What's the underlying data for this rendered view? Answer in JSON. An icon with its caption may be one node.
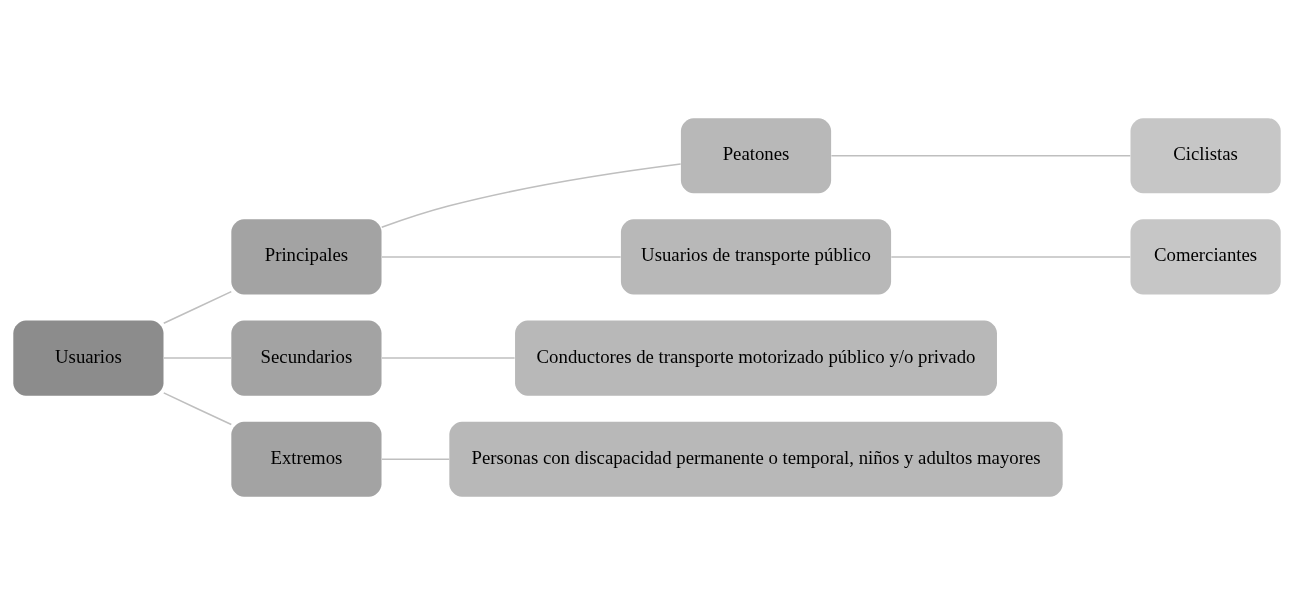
{
  "diagram": {
    "nodes": [
      {
        "text": [
          "Usuarios"
        ]
      },
      {
        "text": [
          "Principales"
        ]
      },
      {
        "text": [
          "Secundarios"
        ]
      },
      {
        "text": [
          "Extremos"
        ]
      },
      {
        "text": [
          "Peatones"
        ]
      },
      {
        "text": [
          "Usuarios de transporte público"
        ]
      },
      {
        "text": [
          "Ciclistas"
        ]
      },
      {
        "text": [
          "Comerciantes"
        ]
      },
      {
        "text": [
          "Conductores de transporte motorizado público y/o privado"
        ]
      },
      {
        "text": [
          "Personas con discapacidad permanente o temporal, niños y adultos mayores"
        ]
      }
    ],
    "edges": [
      {
        "from": 0,
        "to": 1,
        "arrow": "none"
      },
      {
        "from": 0,
        "to": 2,
        "arrow": "none"
      },
      {
        "from": 0,
        "to": 3,
        "arrow": "none"
      },
      {
        "from": 1,
        "to": 4,
        "arrow": "none"
      },
      {
        "from": 1,
        "to": 5,
        "arrow": "none"
      },
      {
        "from": 4,
        "to": 6,
        "arrow": "none"
      },
      {
        "from": 5,
        "to": 7,
        "arrow": "none"
      },
      {
        "from": 2,
        "to": 8,
        "arrow": "none"
      },
      {
        "from": 3,
        "to": 9,
        "arrow": "none"
      }
    ]
  }
}
